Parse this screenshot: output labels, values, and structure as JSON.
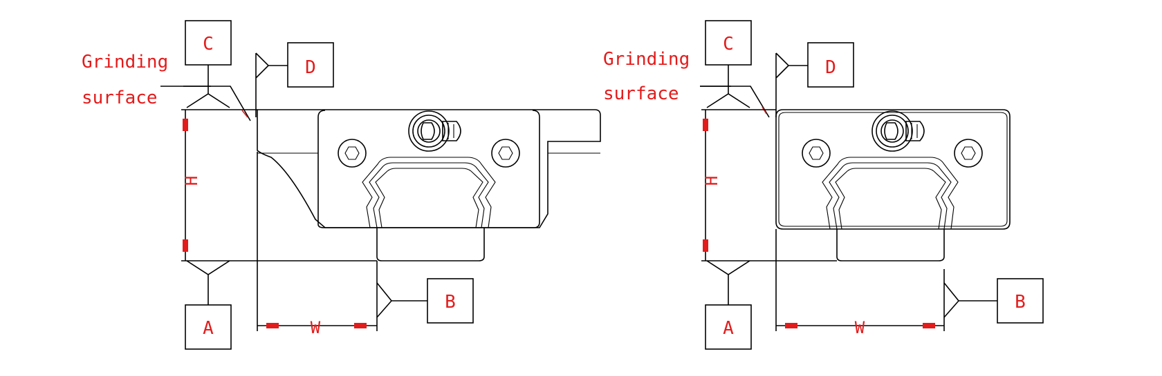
{
  "colors": {
    "line": "#000000",
    "annotation": "#e41b1b",
    "background": "#ffffff"
  },
  "views": [
    {
      "datum_c": "C",
      "datum_d": "D",
      "datum_a": "A",
      "datum_b": "B",
      "dim_h": "H",
      "dim_w": "W",
      "note_line1": "Grinding",
      "note_line2": "surface"
    },
    {
      "datum_c": "C",
      "datum_d": "D",
      "datum_a": "A",
      "datum_b": "B",
      "dim_h": "H",
      "dim_w": "W",
      "note_line1": "Grinding",
      "note_line2": "surface"
    }
  ]
}
